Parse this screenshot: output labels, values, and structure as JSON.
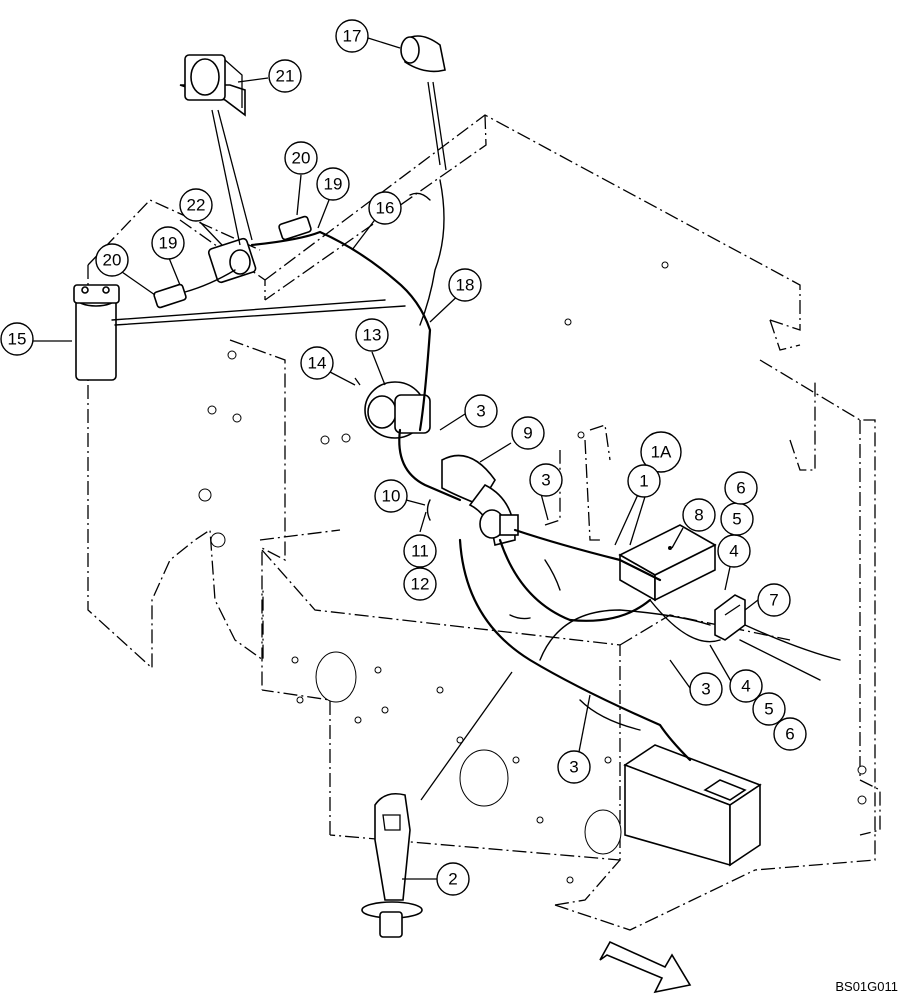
{
  "drawing_code": "BS01G011",
  "callouts": [
    {
      "label": "1A"
    },
    {
      "label": "1"
    },
    {
      "label": "2"
    },
    {
      "label": "3"
    },
    {
      "label": "3"
    },
    {
      "label": "3"
    },
    {
      "label": "3"
    },
    {
      "label": "4"
    },
    {
      "label": "4"
    },
    {
      "label": "5"
    },
    {
      "label": "5"
    },
    {
      "label": "6"
    },
    {
      "label": "6"
    },
    {
      "label": "7"
    },
    {
      "label": "8"
    },
    {
      "label": "9"
    },
    {
      "label": "10"
    },
    {
      "label": "11"
    },
    {
      "label": "12"
    },
    {
      "label": "13"
    },
    {
      "label": "14"
    },
    {
      "label": "15"
    },
    {
      "label": "16"
    },
    {
      "label": "17"
    },
    {
      "label": "18"
    },
    {
      "label": "19"
    },
    {
      "label": "19"
    },
    {
      "label": "20"
    },
    {
      "label": "20"
    },
    {
      "label": "21"
    },
    {
      "label": "22"
    }
  ]
}
